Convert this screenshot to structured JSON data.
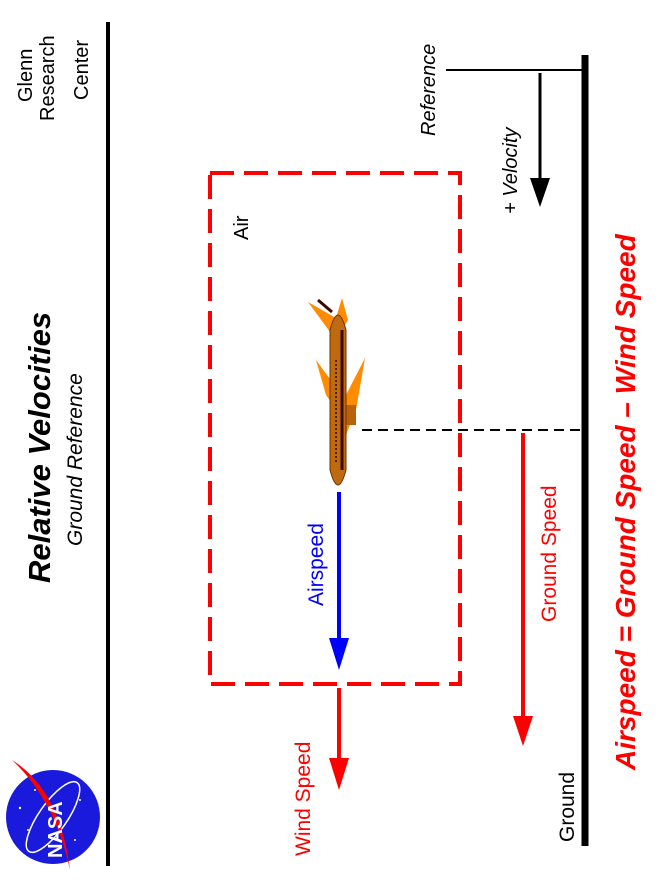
{
  "header": {
    "org_line1": "Glenn",
    "org_line2": "Research",
    "org_line3": "Center",
    "title": "Relative  Velocities",
    "subtitle": "Ground  Reference",
    "logo": "nasa-meatball-logo"
  },
  "diagram": {
    "reference_label": "Reference",
    "velocity_label": "+  Velocity",
    "air_label": "Air",
    "airspeed_label": "Airspeed",
    "wind_speed_label": "Wind  Speed",
    "ground_speed_label": "Ground Speed",
    "ground_label": "Ground",
    "equation": "Airspeed  =  Ground Speed  –  Wind  Speed",
    "colors": {
      "airspeed": "#0000ff",
      "wind_speed": "#ff0000",
      "ground_speed": "#ff0000",
      "air_box": "#ff0000",
      "equation": "#ff0000",
      "airplane_body": "#b8620a",
      "airplane_wing": "#ff8c00",
      "text": "#000000"
    }
  }
}
